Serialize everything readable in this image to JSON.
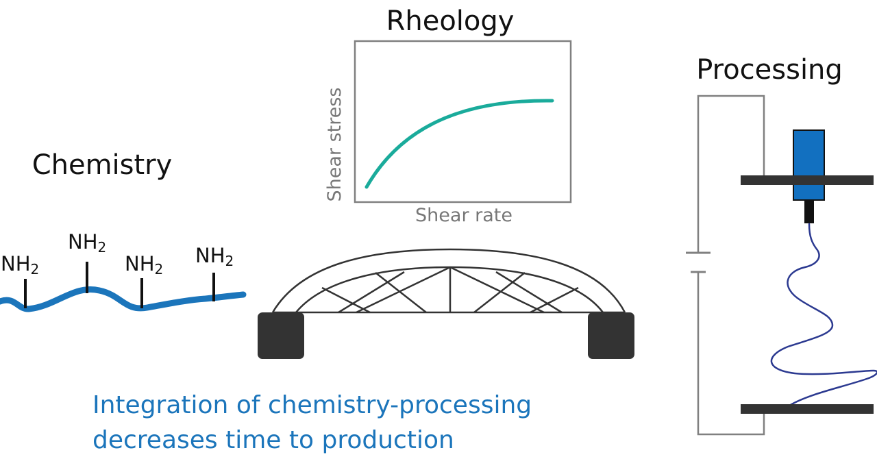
{
  "colors": {
    "polymer_blue": "#1b75bb",
    "curve_teal": "#1aab9b",
    "fiber_navy": "#2b3990",
    "caption_blue": "#1b75bb",
    "dark_gray": "#333333",
    "mid_gray": "#808080",
    "nozzle_blue": "#1270c0"
  },
  "chemistry": {
    "title": "Chemistry",
    "groups": [
      {
        "main": "NH",
        "sub": "2"
      },
      {
        "main": "NH",
        "sub": "2"
      },
      {
        "main": "NH",
        "sub": "2"
      },
      {
        "main": "NH",
        "sub": "2"
      }
    ]
  },
  "rheology": {
    "title": "Rheology",
    "xlabel": "Shear rate",
    "ylabel": "Shear stress"
  },
  "processing": {
    "title": "Processing"
  },
  "caption": {
    "line1": "Integration of chemistry-processing",
    "line2": "decreases time to production"
  },
  "icons": {
    "polymer_chain": "polymer-chain-icon",
    "bridge": "bridge-icon",
    "electrospinning": "electrospinning-setup-icon",
    "battery": "battery-icon"
  }
}
